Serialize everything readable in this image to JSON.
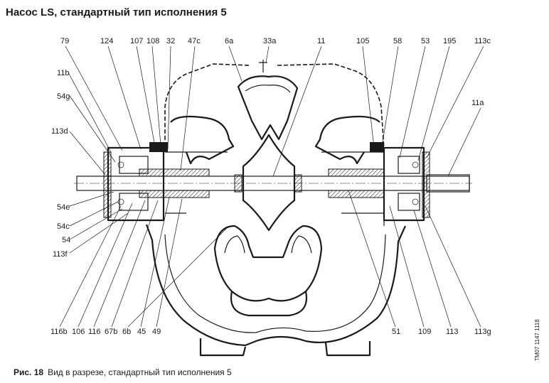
{
  "title": "Насос LS, стандартный тип исполнения 5",
  "caption": {
    "figure_number": "Рис. 18",
    "text": "Вид в разрезе, стандартный тип исполнения 5"
  },
  "drawing_code": "TM07 1147 1118",
  "callouts_top": [
    "79",
    "124",
    "107",
    "108",
    "32",
    "47c",
    "6a",
    "33a",
    "11",
    "105",
    "58",
    "53",
    "195",
    "113c"
  ],
  "callouts_left": [
    "11b",
    "54g",
    "113d",
    "54e",
    "54c",
    "54",
    "113f"
  ],
  "callouts_right": [
    "11a"
  ],
  "callouts_bottom": [
    "116b",
    "106",
    "116",
    "67b",
    "6b",
    "45",
    "49",
    "51",
    "109",
    "113",
    "113g"
  ]
}
